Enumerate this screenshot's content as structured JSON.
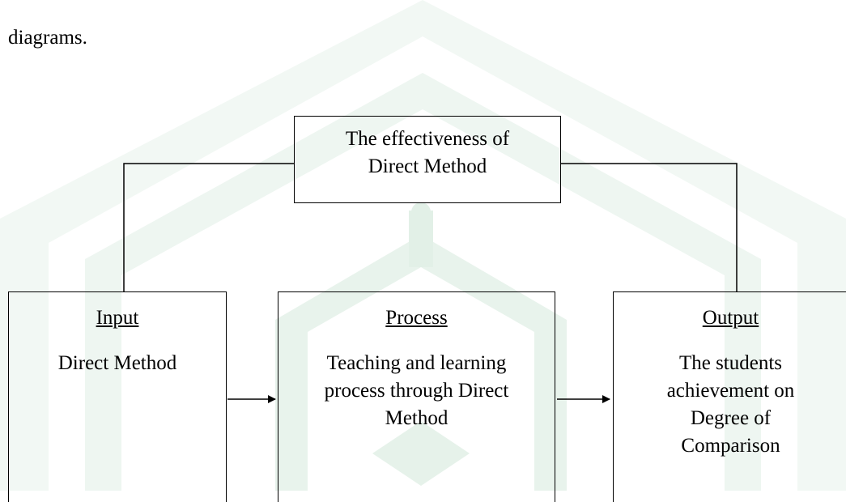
{
  "page": {
    "lead_text": "diagrams."
  },
  "diagram": {
    "top_box": {
      "line1": "The effectiveness of",
      "line2": "Direct Method"
    },
    "input_box": {
      "heading": "Input",
      "body_lines": [
        "Direct Method"
      ]
    },
    "process_box": {
      "heading": "Process",
      "body_lines": [
        "Teaching and learning",
        "process through Direct",
        "Method"
      ]
    },
    "output_box": {
      "heading": "Output",
      "body_lines": [
        "The students",
        "achievement on",
        "Degree of",
        "Comparison"
      ]
    }
  },
  "colors": {
    "line": "#000000",
    "watermark": "#eaf4ee",
    "watermark_dark": "#dcede2"
  }
}
